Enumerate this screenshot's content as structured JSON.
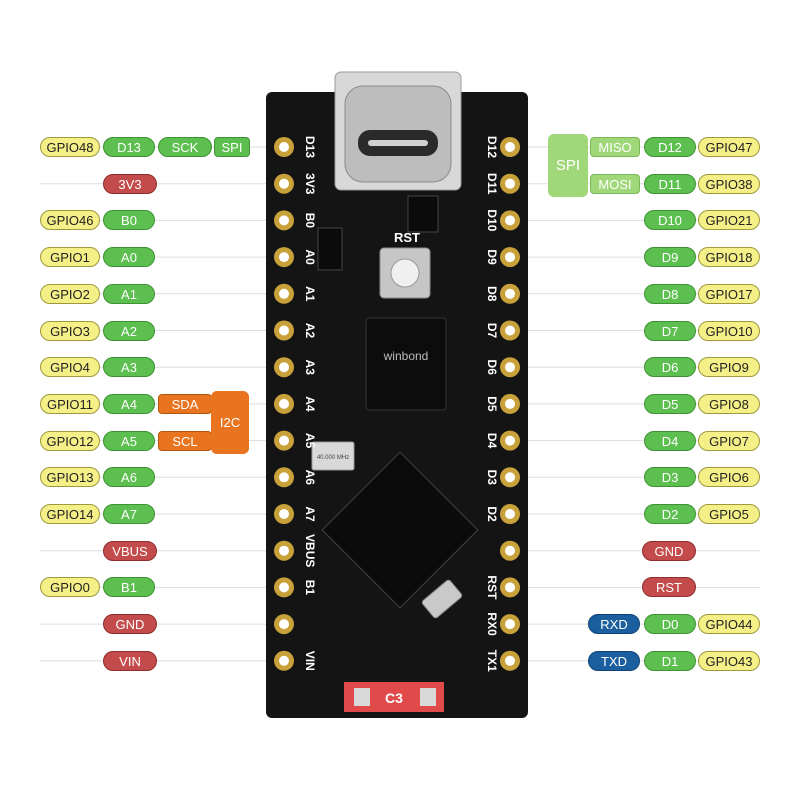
{
  "board": {
    "chip_label": "C3",
    "reset_label": "RST",
    "flash_brand": "winbond",
    "crystal_label": "40.000 MHz"
  },
  "left_pins": [
    {
      "silk": "D13",
      "gpio": "GPIO48",
      "pin": "D13",
      "func": "SCK",
      "group": "SPI"
    },
    {
      "silk": "3V3",
      "power": "3V3"
    },
    {
      "silk": "B0",
      "gpio": "GPIO46",
      "pin": "B0"
    },
    {
      "silk": "A0",
      "gpio": "GPIO1",
      "pin": "A0"
    },
    {
      "silk": "A1",
      "gpio": "GPIO2",
      "pin": "A1"
    },
    {
      "silk": "A2",
      "gpio": "GPIO3",
      "pin": "A2"
    },
    {
      "silk": "A3",
      "gpio": "GPIO4",
      "pin": "A3"
    },
    {
      "silk": "A4",
      "gpio": "GPIO11",
      "pin": "A4",
      "func": "SDA"
    },
    {
      "silk": "A5",
      "gpio": "GPIO12",
      "pin": "A5",
      "func": "SCL"
    },
    {
      "silk": "A6",
      "gpio": "GPIO13",
      "pin": "A6"
    },
    {
      "silk": "A7",
      "gpio": "GPIO14",
      "pin": "A7"
    },
    {
      "silk": "VBUS",
      "power": "VBUS"
    },
    {
      "silk": "B1",
      "gpio": "GPIO0",
      "pin": "B1"
    },
    {
      "silk": "",
      "power": "GND"
    },
    {
      "silk": "VIN",
      "power": "VIN"
    }
  ],
  "right_pins": [
    {
      "silk": "D12",
      "gpio": "GPIO47",
      "pin": "D12",
      "func": "MISO"
    },
    {
      "silk": "D11",
      "gpio": "GPIO38",
      "pin": "D11",
      "func": "MOSI"
    },
    {
      "silk": "D10",
      "gpio": "GPIO21",
      "pin": "D10"
    },
    {
      "silk": "D9",
      "gpio": "GPIO18",
      "pin": "D9"
    },
    {
      "silk": "D8",
      "gpio": "GPIO17",
      "pin": "D8"
    },
    {
      "silk": "D7",
      "gpio": "GPIO10",
      "pin": "D7"
    },
    {
      "silk": "D6",
      "gpio": "GPIO9",
      "pin": "D6"
    },
    {
      "silk": "D5",
      "gpio": "GPIO8",
      "pin": "D5"
    },
    {
      "silk": "D4",
      "gpio": "GPIO7",
      "pin": "D4"
    },
    {
      "silk": "D3",
      "gpio": "GPIO6",
      "pin": "D3"
    },
    {
      "silk": "D2",
      "gpio": "GPIO5",
      "pin": "D2"
    },
    {
      "silk": "",
      "power": "GND"
    },
    {
      "silk": "RST",
      "power": "RST"
    },
    {
      "silk": "RX0",
      "gpio": "GPIO44",
      "pin": "D0",
      "uart": "RXD"
    },
    {
      "silk": "TX1",
      "gpio": "GPIO43",
      "pin": "D1",
      "uart": "TXD"
    }
  ],
  "groups": {
    "i2c": "I2C",
    "spi": "SPI"
  },
  "colors": {
    "gpio": "#f5ef88",
    "digital": "#5cbf4f",
    "power": "#c34b4b",
    "i2c": "#e8741f",
    "spi": "#a0d879",
    "uart": "#1c5f9e",
    "pcb": "#141414",
    "gold": "#c9a13b"
  }
}
